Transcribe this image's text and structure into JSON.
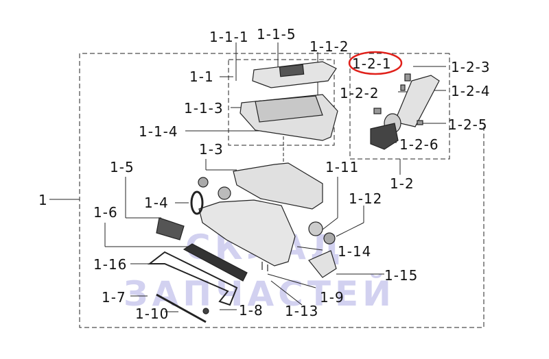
{
  "colors": {
    "line": "#222222",
    "highlight": "#e0201a",
    "watermark": "#5f5ac8",
    "part_fill": "#d9d9d9"
  },
  "watermark": {
    "line1": "СКЛАД",
    "line2": "ЗАПЧАСТЕЙ"
  },
  "highlighted_label": "1-2-1",
  "labels": {
    "l_1_1_1": "1-1-1",
    "l_1_1_5": "1-1-5",
    "l_1_1_2": "1-1-2",
    "l_1_1": "1-1",
    "l_1_1_3": "1-1-3",
    "l_1_1_4": "1-1-4",
    "l_1_2_1": "1-2-1",
    "l_1_2_3": "1-2-3",
    "l_1_2_2": "1-2-2",
    "l_1_2_4": "1-2-4",
    "l_1_2_5": "1-2-5",
    "l_1_2_6": "1-2-6",
    "l_1_2": "1-2",
    "l_1_3": "1-3",
    "l_1_11": "1-11",
    "l_1_5": "1-5",
    "l_1": "1",
    "l_1_4": "1-4",
    "l_1_12": "1-12",
    "l_1_6": "1-6",
    "l_1_14": "1-14",
    "l_1_16": "1-16",
    "l_1_15": "1-15",
    "l_1_9": "1-9",
    "l_1_7": "1-7",
    "l_1_10": "1-10",
    "l_1_8": "1-8",
    "l_1_13": "1-13"
  }
}
